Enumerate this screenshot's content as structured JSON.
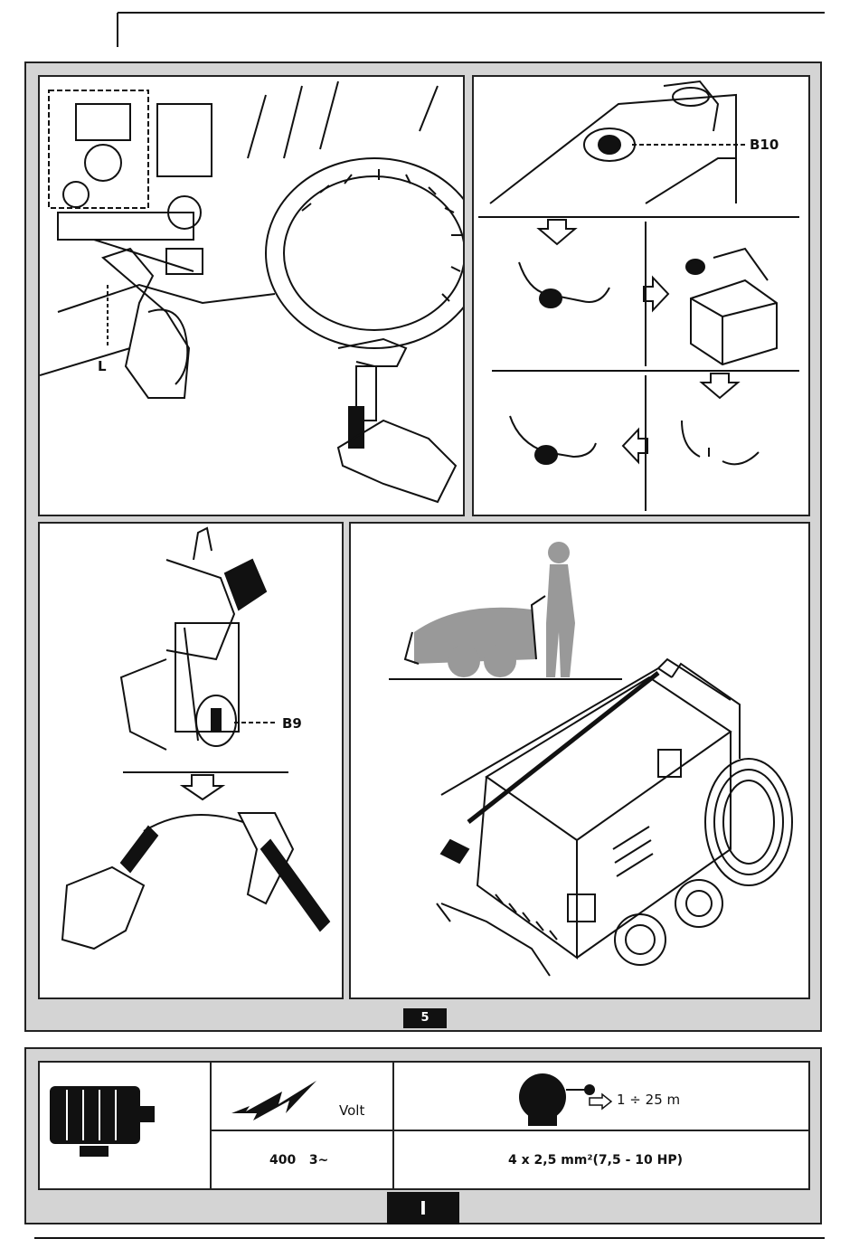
{
  "figure5": {
    "labels": {
      "b10": "B10",
      "l": "L",
      "b9": "B9"
    },
    "page_number": "5"
  },
  "spec_table": {
    "volt_label": "Volt",
    "cable_length": "1 ÷ 25 m",
    "voltage_value": "400   3~",
    "cable_section": "4 x 2,5 mm²(7,5 - 10 HP)",
    "section_letter": "I"
  },
  "icons": {
    "motor": "electric-motor-icon",
    "lightning": "lightning-bolt-icon",
    "cable_reel": "cable-reel-icon",
    "arrow": "right-arrow-icon"
  }
}
